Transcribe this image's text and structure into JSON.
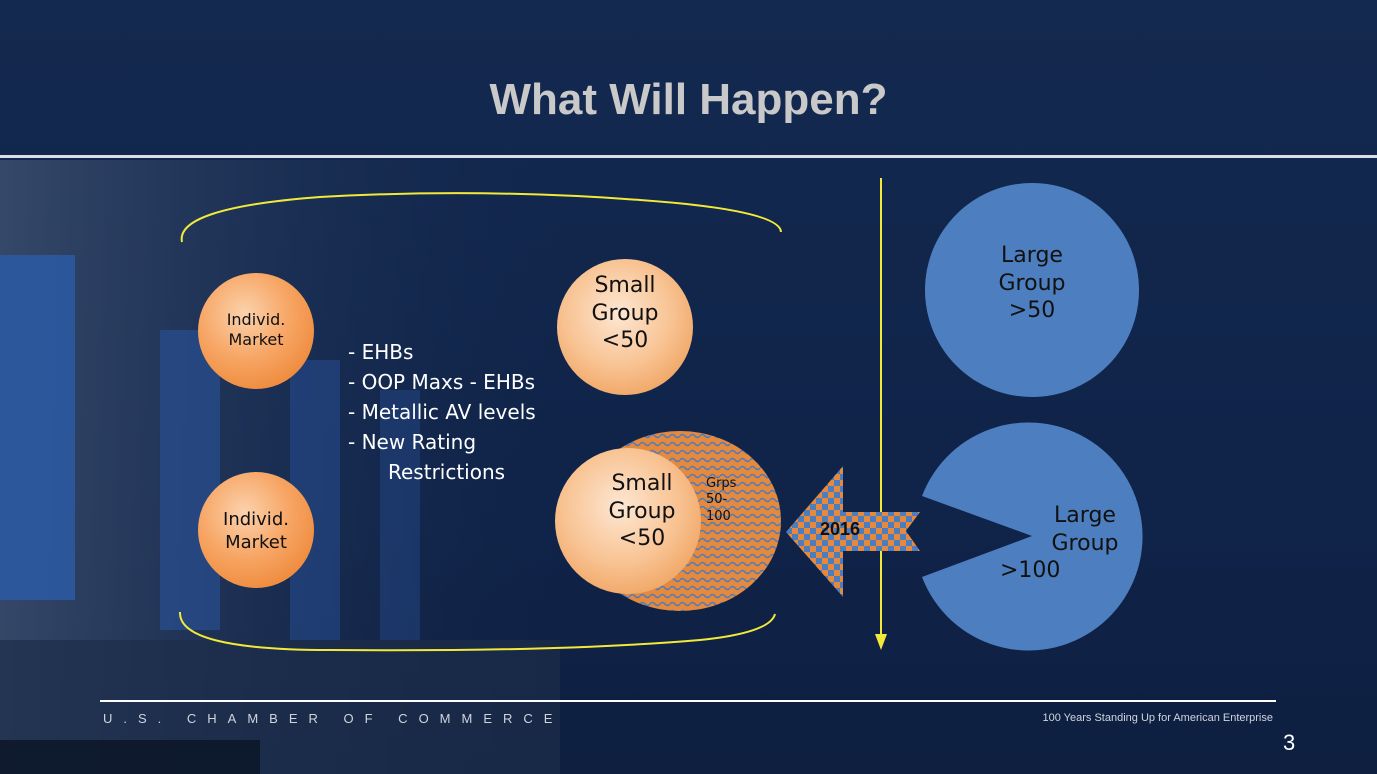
{
  "slide": {
    "title": "What Will Happen?",
    "page_number": "3"
  },
  "diagram": {
    "individ_market_top": "Individ. Market",
    "individ_market_bottom": "Individ. Market",
    "small_group_top": {
      "line1": "Small",
      "line2": "Group",
      "line3": "<50"
    },
    "small_group_bottom": {
      "line1": "Small",
      "line2": "Group",
      "line3": "<50"
    },
    "grps": {
      "line1": "Grps",
      "line2": "50-",
      "line3": "100"
    },
    "arrow_label": "2016",
    "large_group_top": {
      "line1": "Large",
      "line2": "Group",
      "line3": ">50"
    },
    "large_group_bottom": {
      "line1": "Large",
      "line2": "Group",
      "line3": ">100"
    },
    "requirements": [
      "- EHBs",
      "- OOP Maxs - EHBs",
      "- Metallic AV levels",
      "- New Rating",
      "Restrictions"
    ]
  },
  "footer": {
    "left": "U.S. CHAMBER OF COMMERCE",
    "right": "100 Years Standing Up for American Enterprise"
  },
  "colors": {
    "background": "#14294f",
    "orange_circle": "#f6a05a",
    "blue_circle": "#4d7fc0",
    "yellow_line": "#f2ea3a",
    "pattern_orange": "#e4893d",
    "pattern_blue": "#4e7dbd"
  }
}
